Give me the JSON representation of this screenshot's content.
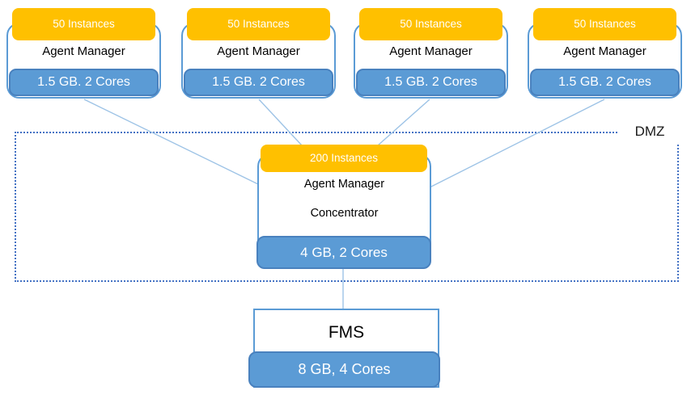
{
  "diagram": {
    "dmz_label": "DMZ",
    "agent_managers": [
      {
        "instances": "50 Instances",
        "title": "Agent Manager",
        "resources": "1.5 GB. 2 Cores"
      },
      {
        "instances": "50 Instances",
        "title": "Agent Manager",
        "resources": "1.5 GB. 2 Cores"
      },
      {
        "instances": "50 Instances",
        "title": "Agent Manager",
        "resources": "1.5 GB. 2 Cores"
      },
      {
        "instances": "50 Instances",
        "title": "Agent Manager",
        "resources": "1.5 GB. 2 Cores"
      }
    ],
    "concentrator": {
      "instances": "200 Instances",
      "title_line1": "Agent Manager",
      "title_line2": "Concentrator",
      "resources": "4 GB, 2 Cores"
    },
    "fms": {
      "title": "FMS",
      "resources": "8 GB, 4 Cores"
    },
    "colors": {
      "instances_badge": "#FFC000",
      "resources_badge_fill": "#5B9BD5",
      "resources_badge_border": "#4981BE",
      "node_border": "#5B9BD5",
      "dmz_border": "#4472C4",
      "connector_line": "#9DC3E6",
      "badge_text": "#FFFFFF",
      "label_text": "#000000"
    }
  }
}
